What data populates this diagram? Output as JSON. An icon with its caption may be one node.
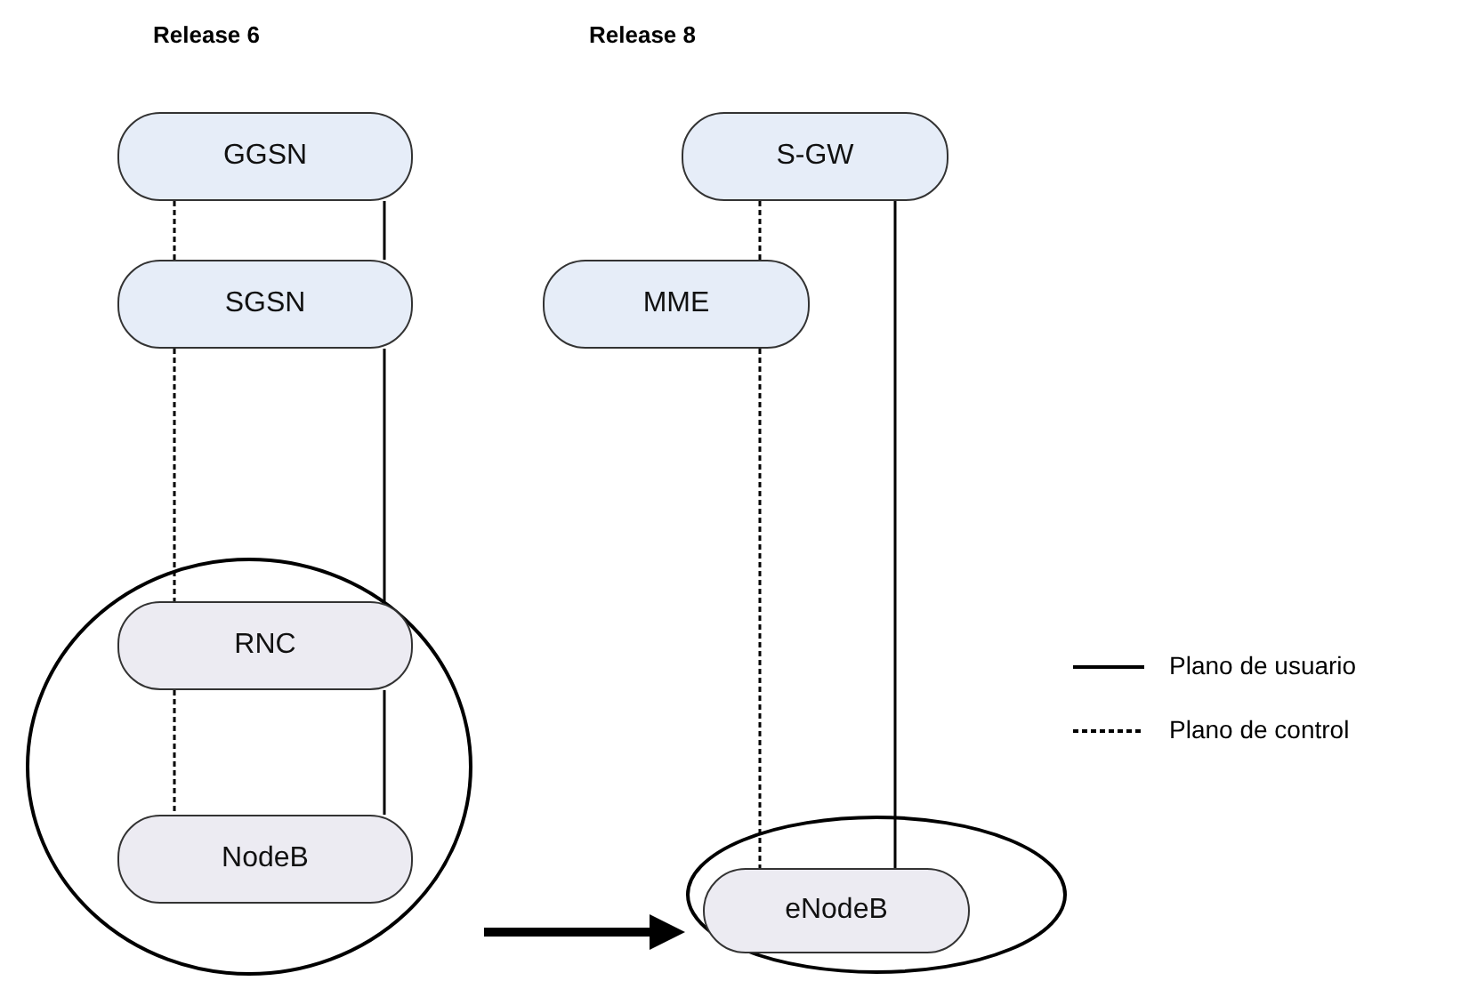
{
  "diagram": {
    "nodes": [
      {
        "text": [
          "GGSN"
        ]
      },
      {
        "text": [
          "SGSN"
        ]
      },
      {
        "text": [],
        "shape": "ellipse"
      },
      {
        "text": [
          "RNC"
        ],
        "in": 2
      },
      {
        "text": [
          "NodeB"
        ],
        "in": 2
      },
      {
        "text": [
          "S-GW"
        ]
      },
      {
        "text": [
          "MME"
        ]
      },
      {
        "text": [],
        "shape": "ellipse"
      },
      {
        "text": [
          "eNodeB"
        ],
        "in": 7
      }
    ],
    "edges": [
      {
        "from": 0,
        "to": 1,
        "arrow": "none",
        "style": "dashed"
      },
      {
        "from": 0,
        "to": 1,
        "arrow": "none"
      },
      {
        "from": 1,
        "to": 3,
        "arrow": "none",
        "style": "dashed"
      },
      {
        "from": 1,
        "to": 3,
        "arrow": "none"
      },
      {
        "from": 3,
        "to": 4,
        "arrow": "none",
        "style": "dashed"
      },
      {
        "from": 3,
        "to": 4,
        "arrow": "none"
      },
      {
        "from": 5,
        "to": 6,
        "arrow": "none",
        "style": "dashed"
      },
      {
        "from": 6,
        "to": 8,
        "arrow": "none",
        "style": "dashed"
      },
      {
        "from": 5,
        "to": 8,
        "arrow": "none"
      },
      {
        "from": 2,
        "to": 7,
        "arrow": "to",
        "style": "thick"
      }
    ],
    "labels": [
      "Release 6",
      "Release 8"
    ],
    "legend": [
      {
        "text": "Plano de usuario"
      },
      {
        "text": "Plano de control"
      }
    ]
  }
}
